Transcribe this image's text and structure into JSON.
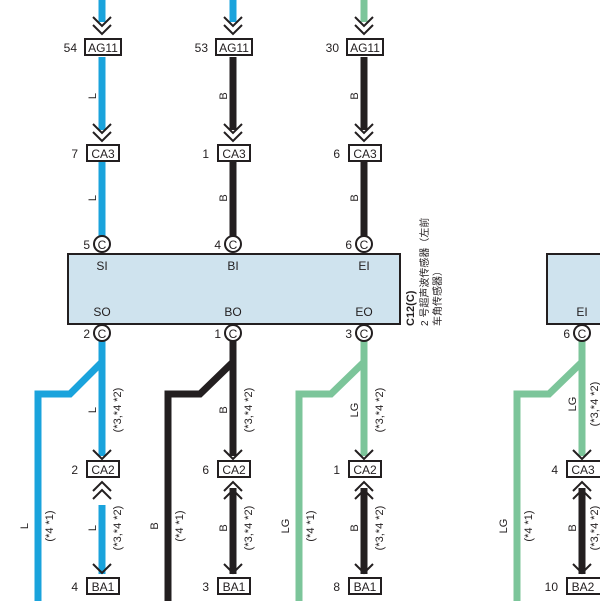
{
  "colors": {
    "blue": "#1aa3dc",
    "black": "#231f20",
    "green": "#7cc59a",
    "box_fill": "#cfe3ee",
    "text": "#231f20"
  },
  "top_connectors": [
    {
      "pin": "54",
      "label": "AG11",
      "wire": "L"
    },
    {
      "pin": "53",
      "label": "AG11",
      "wire": "B"
    },
    {
      "pin": "30",
      "label": "AG11",
      "wire": "B"
    }
  ],
  "mid_connectors": [
    {
      "pin": "7",
      "label": "CA3",
      "wire": "L"
    },
    {
      "pin": "1",
      "label": "CA3",
      "wire": "B"
    },
    {
      "pin": "6",
      "label": "CA3",
      "wire": "B"
    }
  ],
  "sensor_top_pins": [
    {
      "pin": "5",
      "circle": "C",
      "name": "SI"
    },
    {
      "pin": "4",
      "circle": "C",
      "name": "BI"
    },
    {
      "pin": "6",
      "circle": "C",
      "name": "EI"
    }
  ],
  "sensor_bottom_pins": [
    {
      "pin": "2",
      "circle": "C",
      "name": "SO"
    },
    {
      "pin": "1",
      "circle": "C",
      "name": "BO"
    },
    {
      "pin": "3",
      "circle": "C",
      "name": "EO"
    }
  ],
  "sensor": {
    "id": "C12(C)",
    "desc_line1": "2 号超声波传感器（左前",
    "desc_line2": "车角传感器）"
  },
  "lower_wires": [
    {
      "wire": "L",
      "note": "(*3,*4 *2)"
    },
    {
      "wire": "B",
      "note": "(*3,*4 *2)"
    },
    {
      "wire": "LG",
      "note": "(*3,*4 *2)"
    }
  ],
  "lower_connectors": [
    {
      "pin": "2",
      "label": "CA2",
      "wire": "L",
      "note": "(*3,*4 *2)"
    },
    {
      "pin": "6",
      "label": "CA2",
      "wire": "B",
      "note": "(*3,*4 *2)"
    },
    {
      "pin": "1",
      "label": "CA2",
      "wire": "B",
      "note": "(*3,*4 *2)"
    }
  ],
  "branch_wires": [
    {
      "wire": "L",
      "note": "(*4 *1)"
    },
    {
      "wire": "B",
      "note": "(*4 *1)"
    },
    {
      "wire": "LG",
      "note": "(*4 *1)"
    }
  ],
  "bottom_connectors": [
    {
      "pin": "4",
      "label": "BA1"
    },
    {
      "pin": "3",
      "label": "BA1"
    },
    {
      "pin": "8",
      "label": "BA1"
    }
  ],
  "right_partial": {
    "pin_top": "6",
    "circle": "C",
    "name": "EI",
    "wire1": "LG",
    "note1": "(*3,*4 *2)",
    "conn_pin": "4",
    "conn_label": "CA3",
    "wire2": "B",
    "note2": "(*3,*4 *2)",
    "branch_wire": "LG",
    "branch_note": "(*4 *1)",
    "bottom_pin": "10",
    "bottom_label": "BA2"
  }
}
